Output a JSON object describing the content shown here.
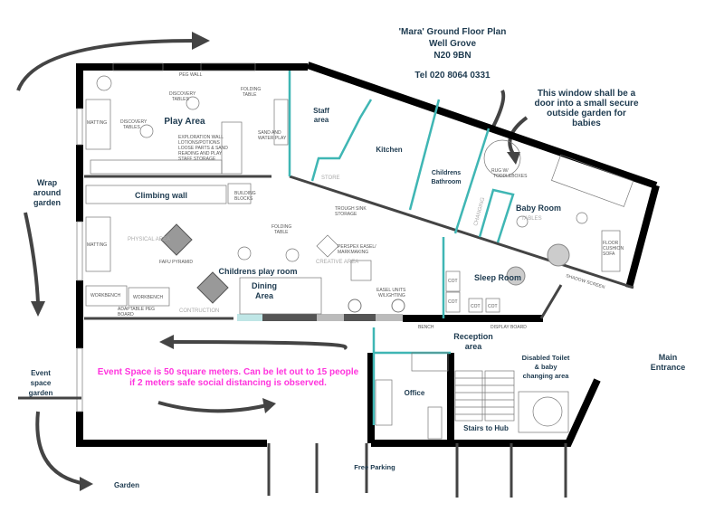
{
  "header": {
    "title": "'Mara' Ground Floor Plan",
    "street": "Well Grove",
    "postcode": "N20 9BN",
    "phone": "Tel 020 8064 0331"
  },
  "note_window": [
    "This window shall be a",
    "door into a small secure",
    "outside garden for",
    "babies"
  ],
  "event_note": [
    "Event Space is 50 square meters. Can be let out to 15 people",
    "if 2 meters safe social distancing is observed."
  ],
  "rooms": {
    "play_area": "Play Area",
    "staff": [
      "Staff",
      "area"
    ],
    "kitchen": "Kitchen",
    "bathroom": [
      "Childrens",
      "Bathroom"
    ],
    "baby_room": "Baby Room",
    "climbing_wall": "Climbing wall",
    "play_room": "Childrens play room",
    "dining": [
      "Dining",
      "Area"
    ],
    "sleep_room": "Sleep Room",
    "reception": [
      "Reception",
      "area"
    ],
    "toilet": [
      "Disabled Toilet",
      "& baby",
      "changing area"
    ],
    "office": "Office",
    "stairs": "Stairs to Hub"
  },
  "outside": {
    "wrap": [
      "Wrap",
      "around",
      "garden"
    ],
    "event_garden": [
      "Event",
      "space",
      "garden"
    ],
    "garden": "Garden",
    "parking": "Free Parking",
    "entrance": [
      "Main",
      "Entrance"
    ]
  },
  "furniture": {
    "peg_wall": "PEG WALL",
    "matting": "MATTING",
    "discovery": [
      "DISCOVERY",
      "TABLES"
    ],
    "folding": [
      "FOLDING",
      "TABLE"
    ],
    "sand": [
      "SAND AND",
      "WATER PLAY"
    ],
    "exploration": [
      "EXPLORATION WALL",
      "LOTIONS/POTIONS",
      "LOOSE PARTS & SAND",
      "READING AND PLAY",
      "STAFF STORAGE"
    ],
    "building": [
      "BUILDING",
      "BLOCKS"
    ],
    "physical": "PHYSICAL AREA",
    "fafu": "FAFU PYRAMID",
    "workbench": "WORKBENCH",
    "peg_board": [
      "ADAPTABLE PEG",
      "BOARD"
    ],
    "construction": "CONTRUCTION",
    "store": "STORE",
    "trough": [
      "TROUGH SINK",
      "STORAGE"
    ],
    "easel": [
      "PERSPEX EASEL/",
      "MARKMAKING"
    ],
    "creative": "CREATIVE AREA",
    "easel_units": [
      "EASEL UNITS",
      "W/LIGHTING"
    ],
    "rug": [
      "RUG W/",
      "TODDLEBOXES"
    ],
    "changing": "CHANGING",
    "tables": "TABLES",
    "floor_cushion": [
      "FLOOR",
      "CUSHION",
      "SOFA"
    ],
    "shadow": "SHADOW SCREEN",
    "cot": "COT",
    "bench": "BENCH",
    "display": "DISPLAY BOARD"
  }
}
